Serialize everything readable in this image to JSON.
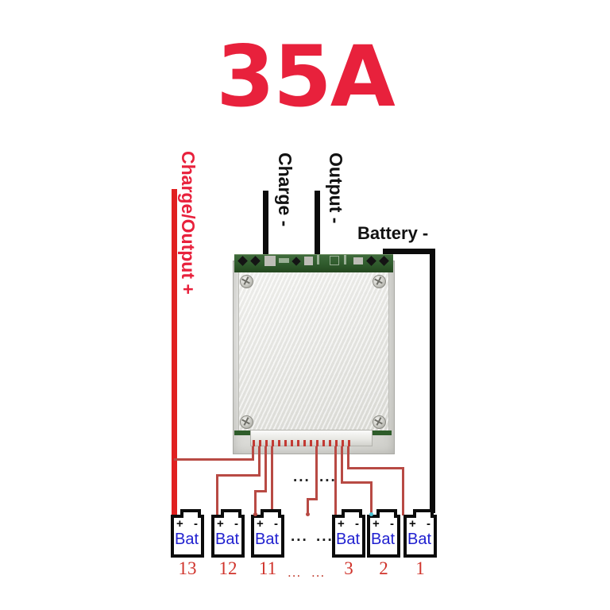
{
  "page": {
    "title": "35A",
    "title_color": "#e8213c",
    "background": "#ffffff"
  },
  "labels": {
    "charge_output_plus": "Charge/Output +",
    "charge_minus": "Charge -",
    "output_minus": "Output -",
    "battery_minus": "Battery -"
  },
  "colors": {
    "red_wire": "#e02020",
    "black_wire": "#0b0b0b",
    "balance_wire": "#b84a44",
    "battery_text": "#2020d0",
    "battery_number": "#d0342c",
    "pcb_green": "#2f5a2c",
    "plate_silver": "#e2e2df"
  },
  "board": {
    "name": "BMS protection board",
    "connector_name": "balance connector"
  },
  "batteries": [
    {
      "num": "13",
      "plus": "+",
      "minus": "-",
      "text": "Bat"
    },
    {
      "num": "12",
      "plus": "+",
      "minus": "-",
      "text": "Bat"
    },
    {
      "num": "11",
      "plus": "+",
      "minus": "-",
      "text": "Bat"
    },
    {
      "num": "3",
      "plus": "+",
      "minus": "-",
      "text": "Bat"
    },
    {
      "num": "2",
      "plus": "+",
      "minus": "-",
      "text": "Bat"
    },
    {
      "num": "1",
      "plus": "+",
      "minus": "-",
      "text": "Bat"
    }
  ],
  "ellipsis": {
    "wire_left": "...",
    "wire_right": "...",
    "cells": "...",
    "numbers_left": "...",
    "numbers_right": "..."
  }
}
